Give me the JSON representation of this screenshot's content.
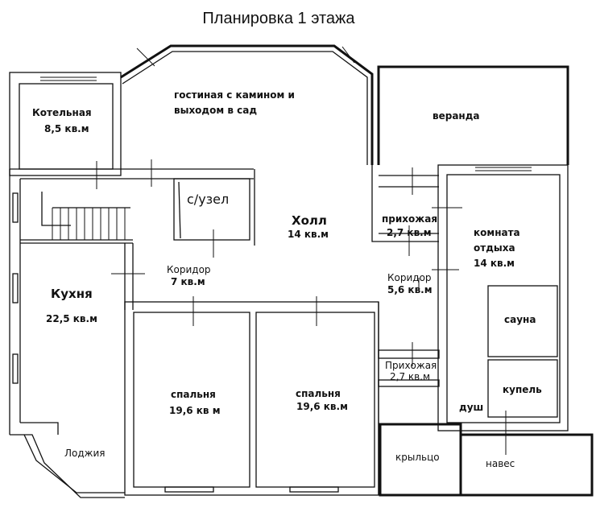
{
  "title": "Планировка 1 этажа",
  "rooms": {
    "boiler": {
      "name": "Котельная",
      "area": "8,5 кв.м"
    },
    "living": {
      "name": "гостиная с камином и",
      "name2": "выходом в сад"
    },
    "veranda": {
      "name": "веранда"
    },
    "wc": {
      "name": "с/узел"
    },
    "hall": {
      "name": "Холл",
      "area": "14 кв.м"
    },
    "entry1": {
      "name": "прихожая",
      "area": "2,7 кв.м"
    },
    "rest": {
      "name": "комната",
      "name2": "отдыха",
      "area": "14 кв.м"
    },
    "corridor1": {
      "name": "Коридор",
      "area": "7 кв.м"
    },
    "corridor2": {
      "name": "Коридор",
      "area": "5,6 кв.м"
    },
    "kitchen": {
      "name": "Кухня",
      "area": "22,5 кв.м"
    },
    "sauna": {
      "name": "сауна"
    },
    "entry2": {
      "name": "Прихожая",
      "area": "2,7 кв.м"
    },
    "font": {
      "name": "купель"
    },
    "shower": {
      "name": "душ"
    },
    "bedroom1": {
      "name": "спальня",
      "area": "19,6 кв м"
    },
    "bedroom2": {
      "name": "спальня",
      "area": "19,6 кв.м"
    },
    "loggia": {
      "name": "Лоджия"
    },
    "porch": {
      "name": "крыльцо"
    },
    "canopy": {
      "name": "навес"
    }
  }
}
